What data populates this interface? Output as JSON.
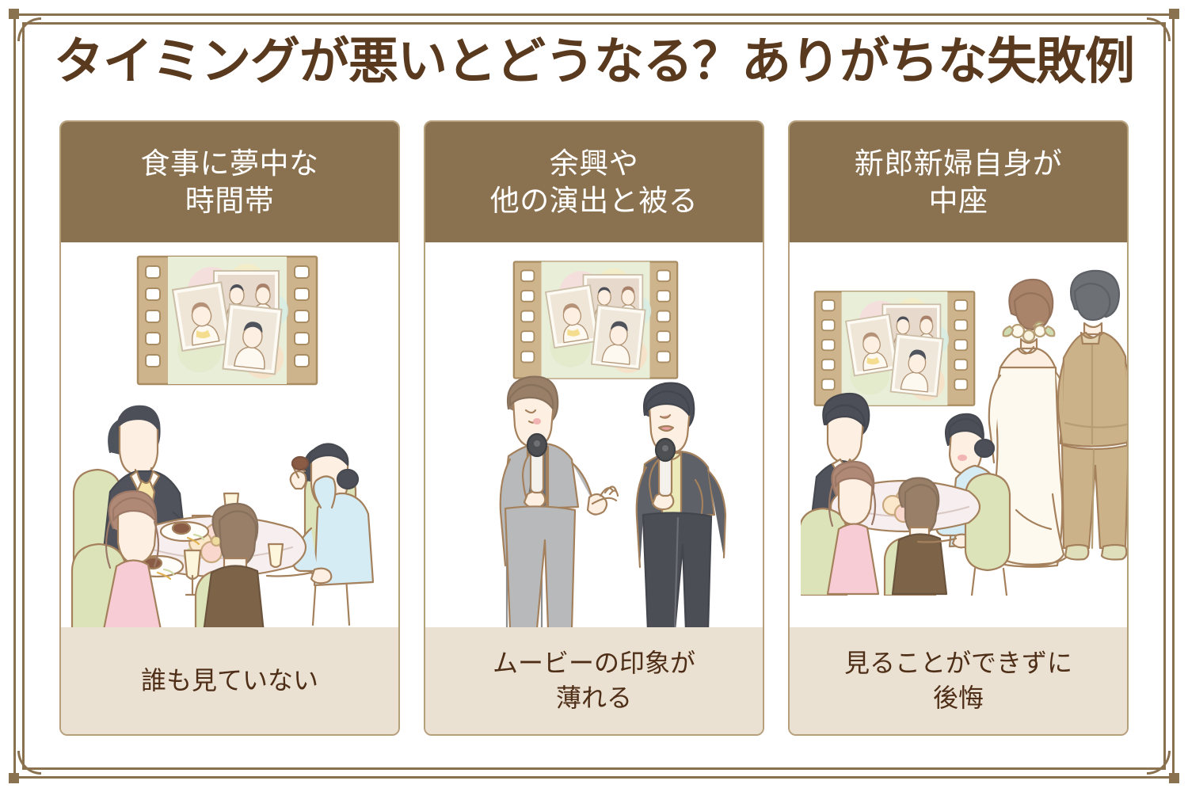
{
  "page": {
    "title": "タイミングが悪いとどうなる？ありがちな失敗例",
    "colors": {
      "title_text": "#5a3a1e",
      "frame_line": "#8a7250",
      "card_header_bg": "#8a7250",
      "card_header_text": "#ffffff",
      "card_border": "#b79f7c",
      "card_footer_bg": "#eae1d3",
      "card_footer_text": "#4e2e16",
      "page_bg": "#ffffff"
    }
  },
  "cards": [
    {
      "header": "食事に夢中な\n時間帯",
      "header_line1": "食事に夢中な",
      "header_line2": "時間帯",
      "footer": "誰も見ていない",
      "footer_line1": "誰も見ていない",
      "footer_line2": "",
      "illustration": "guests-dining-at-round-table-with-profile-movie-screen"
    },
    {
      "header": "余興や\n他の演出と被る",
      "header_line1": "余興や",
      "header_line2": "他の演出と被る",
      "footer": "ムービーの印象が\n薄れる",
      "footer_line1": "ムービーの印象が",
      "footer_line2": "薄れる",
      "illustration": "two-men-in-suits-speaking-into-microphones-with-profile-movie-screen"
    },
    {
      "header": "新郎新婦自身が\n中座",
      "header_line1": "新郎新婦自身が",
      "header_line2": "中座",
      "footer": "見ることができずに\n後悔",
      "footer_line1": "見ることができずに",
      "footer_line2": "後悔",
      "illustration": "bride-and-groom-leaving-room-from-behind-with-seated-guests-and-movie-screen"
    }
  ]
}
